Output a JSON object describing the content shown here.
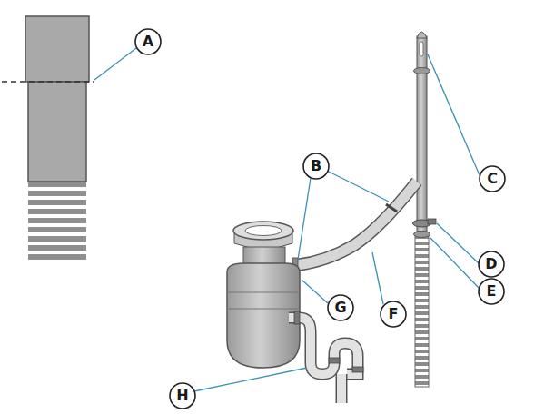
{
  "diagram": {
    "labels": [
      "A",
      "B",
      "C",
      "D",
      "E",
      "F",
      "G",
      "H"
    ]
  }
}
